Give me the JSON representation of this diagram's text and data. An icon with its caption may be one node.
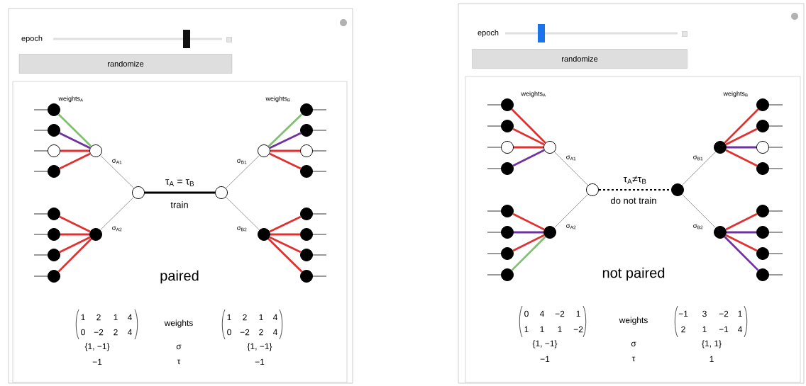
{
  "diagram": {
    "nodes": [
      {
        "text": [],
        "shape": "dot"
      },
      {
        "text": [],
        "shape": "dot"
      },
      {
        "text": [],
        "shape": "circle"
      },
      {
        "text": [],
        "shape": "dot"
      },
      {
        "text": [],
        "shape": "dot"
      },
      {
        "text": [],
        "shape": "dot"
      },
      {
        "text": [],
        "shape": "dot"
      },
      {
        "text": [],
        "shape": "dot"
      },
      {
        "text": [],
        "shape": "circle",
        "beside": [
          "σ$_{A1}$"
        ]
      },
      {
        "text": [],
        "shape": "dot",
        "beside": [
          "σ$_{A2}$"
        ]
      },
      {
        "text": [],
        "shape": "circle"
      },
      {
        "text": [],
        "shape": "circle"
      },
      {
        "text": [],
        "shape": "circle",
        "beside": [
          "σ$_{B1}$"
        ]
      },
      {
        "text": [],
        "shape": "dot",
        "beside": [
          "σ$_{B2}$"
        ]
      },
      {
        "text": [],
        "shape": "dot"
      },
      {
        "text": [],
        "shape": "dot"
      },
      {
        "text": [],
        "shape": "circle"
      },
      {
        "text": [],
        "shape": "dot"
      },
      {
        "text": [],
        "shape": "dot"
      },
      {
        "text": [],
        "shape": "dot"
      },
      {
        "text": [],
        "shape": "dot"
      },
      {
        "text": [],
        "shape": "dot"
      },
      {
        "text": [],
        "shape": "dot"
      },
      {
        "text": [],
        "shape": "dot"
      },
      {
        "text": [],
        "shape": "circle"
      },
      {
        "text": [],
        "shape": "dot"
      },
      {
        "text": [],
        "shape": "dot"
      },
      {
        "text": [],
        "shape": "dot"
      },
      {
        "text": [],
        "shape": "dot"
      },
      {
        "text": [],
        "shape": "dot"
      },
      {
        "text": [],
        "shape": "circle",
        "beside": [
          "σ$_{A1}$"
        ]
      },
      {
        "text": [],
        "shape": "dot",
        "beside": [
          "σ$_{A2}$"
        ]
      },
      {
        "text": [],
        "shape": "circle"
      },
      {
        "text": [],
        "shape": "dot"
      },
      {
        "text": [],
        "shape": "dot",
        "beside": [
          "σ$_{B1}$"
        ]
      },
      {
        "text": [],
        "shape": "dot",
        "beside": [
          "σ$_{B2}$"
        ]
      },
      {
        "text": [],
        "shape": "dot"
      },
      {
        "text": [],
        "shape": "dot"
      },
      {
        "text": [],
        "shape": "circle"
      },
      {
        "text": [],
        "shape": "dot"
      },
      {
        "text": [],
        "shape": "dot"
      },
      {
        "text": [],
        "shape": "dot"
      },
      {
        "text": [],
        "shape": "dot"
      },
      {
        "text": [],
        "shape": "dot"
      }
    ],
    "edges": [
      {
        "from": null,
        "to": 0,
        "arrow": "none"
      },
      {
        "from": null,
        "to": 1,
        "arrow": "none"
      },
      {
        "from": null,
        "to": 2,
        "arrow": "none"
      },
      {
        "from": null,
        "to": 3,
        "arrow": "none"
      },
      {
        "from": null,
        "to": 4,
        "arrow": "none"
      },
      {
        "from": null,
        "to": 5,
        "arrow": "none"
      },
      {
        "from": null,
        "to": 6,
        "arrow": "none"
      },
      {
        "from": null,
        "to": 7,
        "arrow": "none"
      },
      {
        "from": null,
        "to": 14,
        "arrow": "none"
      },
      {
        "from": null,
        "to": 15,
        "arrow": "none"
      },
      {
        "from": null,
        "to": 16,
        "arrow": "none"
      },
      {
        "from": null,
        "to": 17,
        "arrow": "none"
      },
      {
        "from": null,
        "to": 18,
        "arrow": "none"
      },
      {
        "from": null,
        "to": 19,
        "arrow": "none"
      },
      {
        "from": null,
        "to": 20,
        "arrow": "none"
      },
      {
        "from": null,
        "to": 21,
        "arrow": "none"
      },
      {
        "from": 0,
        "to": 8,
        "arrow": "none",
        "style": "thick",
        "color": "#80c070"
      },
      {
        "from": 1,
        "to": 8,
        "arrow": "none",
        "style": "thick",
        "color": "#7030a0"
      },
      {
        "from": 2,
        "to": 8,
        "arrow": "none",
        "style": "thick",
        "color": "#e03030"
      },
      {
        "from": 3,
        "to": 8,
        "arrow": "none",
        "style": "thick",
        "color": "#e03030"
      },
      {
        "from": 4,
        "to": 9,
        "arrow": "none",
        "style": "thick",
        "color": "#e03030"
      },
      {
        "from": 5,
        "to": 9,
        "arrow": "none",
        "style": "thick",
        "color": "#e03030"
      },
      {
        "from": 6,
        "to": 9,
        "arrow": "none",
        "style": "thick",
        "color": "#e03030"
      },
      {
        "from": 7,
        "to": 9,
        "arrow": "none",
        "style": "thick",
        "color": "#e03030"
      },
      {
        "from": 14,
        "to": 12,
        "arrow": "none",
        "style": "thick",
        "color": "#80c070"
      },
      {
        "from": 15,
        "to": 12,
        "arrow": "none",
        "style": "thick",
        "color": "#7030a0"
      },
      {
        "from": 16,
        "to": 12,
        "arrow": "none",
        "style": "thick",
        "color": "#e03030"
      },
      {
        "from": 17,
        "to": 12,
        "arrow": "none",
        "style": "thick",
        "color": "#e03030"
      },
      {
        "from": 18,
        "to": 13,
        "arrow": "none",
        "style": "thick",
        "color": "#e03030"
      },
      {
        "from": 19,
        "to": 13,
        "arrow": "none",
        "style": "thick",
        "color": "#e03030"
      },
      {
        "from": 20,
        "to": 13,
        "arrow": "none",
        "style": "thick",
        "color": "#e03030"
      },
      {
        "from": 21,
        "to": 13,
        "arrow": "none",
        "style": "thick",
        "color": "#e03030"
      },
      {
        "from": 8,
        "to": 10,
        "arrow": "none",
        "color": "#808080"
      },
      {
        "from": 9,
        "to": 10,
        "arrow": "none",
        "color": "#808080"
      },
      {
        "from": 12,
        "to": 11,
        "arrow": "none",
        "color": "#808080"
      },
      {
        "from": 13,
        "to": 11,
        "arrow": "none",
        "color": "#808080"
      },
      {
        "from": 10,
        "to": 11,
        "arrow": "none",
        "style": "thick",
        "label": "τ$_{A}$ = τ$_{B}$"
      },
      {
        "from": null,
        "to": 22,
        "arrow": "none"
      },
      {
        "from": null,
        "to": 23,
        "arrow": "none"
      },
      {
        "from": null,
        "to": 24,
        "arrow": "none"
      },
      {
        "from": null,
        "to": 25,
        "arrow": "none"
      },
      {
        "from": null,
        "to": 26,
        "arrow": "none"
      },
      {
        "from": null,
        "to": 27,
        "arrow": "none"
      },
      {
        "from": null,
        "to": 28,
        "arrow": "none"
      },
      {
        "from": null,
        "to": 29,
        "arrow": "none"
      },
      {
        "from": null,
        "to": 36,
        "arrow": "none"
      },
      {
        "from": null,
        "to": 37,
        "arrow": "none"
      },
      {
        "from": null,
        "to": 38,
        "arrow": "none"
      },
      {
        "from": null,
        "to": 39,
        "arrow": "none"
      },
      {
        "from": null,
        "to": 40,
        "arrow": "none"
      },
      {
        "from": null,
        "to": 41,
        "arrow": "none"
      },
      {
        "from": null,
        "to": 42,
        "arrow": "none"
      },
      {
        "from": null,
        "to": 43,
        "arrow": "none"
      },
      {
        "from": 22,
        "to": 30,
        "arrow": "none",
        "style": "thick",
        "color": "#e03030"
      },
      {
        "from": 23,
        "to": 30,
        "arrow": "none",
        "style": "thick",
        "color": "#e03030"
      },
      {
        "from": 24,
        "to": 30,
        "arrow": "none",
        "style": "thick",
        "color": "#e03030"
      },
      {
        "from": 25,
        "to": 30,
        "arrow": "none",
        "style": "thick",
        "color": "#7030a0"
      },
      {
        "from": 26,
        "to": 31,
        "arrow": "none",
        "style": "thick",
        "color": "#e03030"
      },
      {
        "from": 27,
        "to": 31,
        "arrow": "none",
        "style": "thick",
        "color": "#7030a0"
      },
      {
        "from": 28,
        "to": 31,
        "arrow": "none",
        "style": "thick",
        "color": "#e03030"
      },
      {
        "from": 29,
        "to": 31,
        "arrow": "none",
        "style": "thick",
        "color": "#80c070"
      },
      {
        "from": 36,
        "to": 34,
        "arrow": "none",
        "style": "thick",
        "color": "#e03030"
      },
      {
        "from": 37,
        "to": 34,
        "arrow": "none",
        "style": "thick",
        "color": "#e03030"
      },
      {
        "from": 38,
        "to": 34,
        "arrow": "none",
        "style": "thick",
        "color": "#7030a0"
      },
      {
        "from": 39,
        "to": 34,
        "arrow": "none",
        "style": "thick",
        "color": "#e03030"
      },
      {
        "from": 40,
        "to": 35,
        "arrow": "none",
        "style": "thick",
        "color": "#e03030"
      },
      {
        "from": 41,
        "to": 35,
        "arrow": "none",
        "style": "thick",
        "color": "#7030a0"
      },
      {
        "from": 42,
        "to": 35,
        "arrow": "none",
        "style": "thick",
        "color": "#e03030"
      },
      {
        "from": 43,
        "to": 35,
        "arrow": "none",
        "style": "thick",
        "color": "#7030a0"
      },
      {
        "from": 30,
        "to": 32,
        "arrow": "none",
        "color": "#808080"
      },
      {
        "from": 31,
        "to": 32,
        "arrow": "none",
        "color": "#808080"
      },
      {
        "from": 34,
        "to": 33,
        "arrow": "none",
        "color": "#808080"
      },
      {
        "from": 35,
        "to": 33,
        "arrow": "none",
        "color": "#808080"
      },
      {
        "from": 32,
        "to": 33,
        "arrow": "none",
        "style": "dashed",
        "label": "τ$_{A}$≠τ$_{B}$"
      }
    ],
    "labels": [
      "epoch",
      "randomize",
      "weights$_{A}$",
      "weights$_{B}$",
      "train",
      "paired",
      "1",
      "2",
      "1",
      "4",
      "0",
      "−2",
      "2",
      "4",
      "weights",
      "1",
      "2",
      "1",
      "4",
      "0",
      "−2",
      "2",
      "4",
      "{1, −1}",
      "σ",
      "{1, −1}",
      "−1",
      "τ",
      "−1",
      "epoch",
      "randomize",
      "weights$_{A}$",
      "weights$_{B}$",
      "do not train",
      "not paired",
      "0",
      "4",
      "−2",
      "1",
      "1",
      "1",
      "1",
      "−2",
      "weights",
      "−1",
      "3",
      "−2",
      "1",
      "2",
      "1",
      "−1",
      "4",
      "{1, −1}",
      "σ",
      "{1, 1}",
      "−1",
      "τ",
      "1"
    ]
  }
}
